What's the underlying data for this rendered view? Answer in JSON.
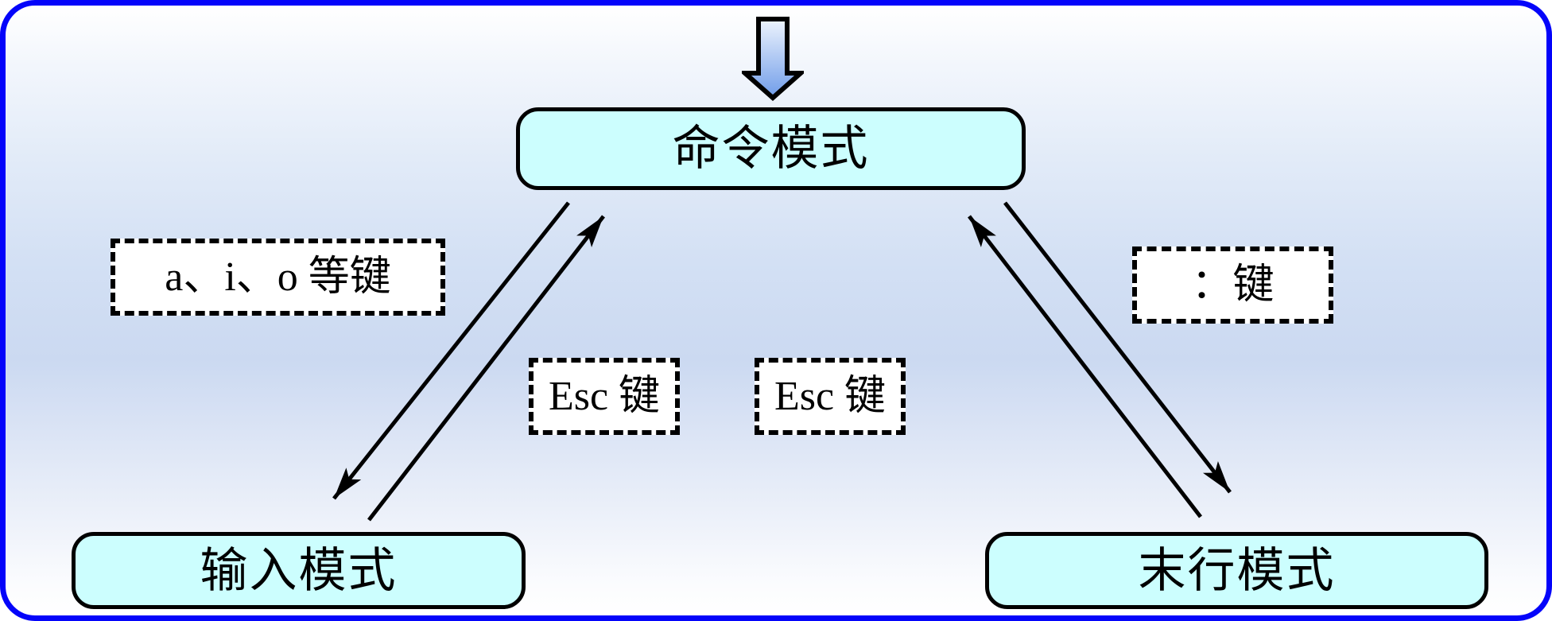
{
  "diagram": {
    "nodes": {
      "command": {
        "label": "命令模式"
      },
      "insert": {
        "label": "输入模式"
      },
      "lastline": {
        "label": "末行模式"
      }
    },
    "edge_labels": {
      "aio": "a、i、o 等键",
      "esc_left": "Esc 键",
      "esc_right": "Esc 键",
      "colon": "：键"
    }
  },
  "colors": {
    "frame-border": "#0404fa",
    "node-fill": "#ccfefe",
    "node-border": "#000000",
    "label-bg": "#ffffff",
    "arrow-line": "#000000",
    "big-arrow-top": "#eef4fd",
    "big-arrow-bottom": "#6f9ce9",
    "bg-top": "#ffffff",
    "bg-mid": "#cbd9f1",
    "bg-bottom": "#ffffff"
  }
}
